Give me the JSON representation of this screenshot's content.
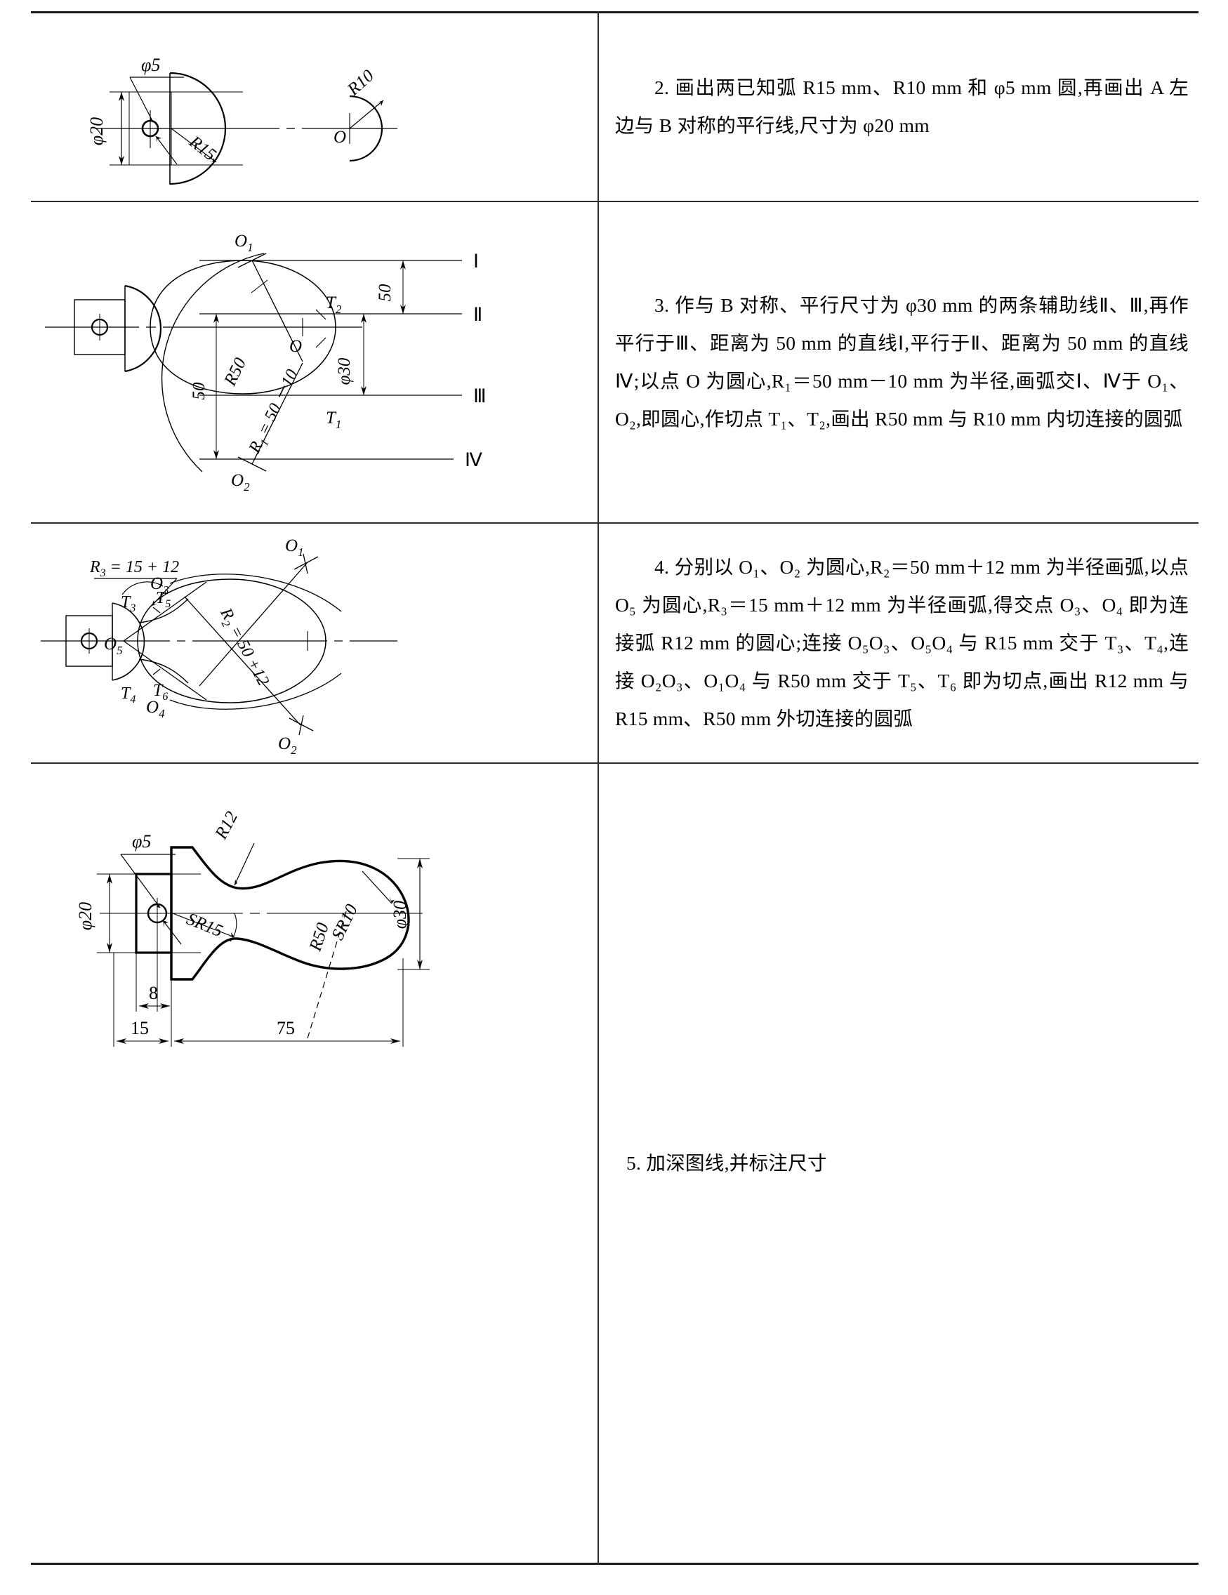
{
  "document": {
    "type": "engineering-drawing-procedure-table",
    "rows": 4
  },
  "steps": [
    {
      "number": "2",
      "text": "2. 画出两已知弧 R15 mm、R10 mm 和 φ5 mm 圆,再画出 A 左边与 B 对称的平行线,尺寸为 φ20 mm"
    },
    {
      "number": "3",
      "text": "3. 作与 B 对称、平行尺寸为 φ30 mm 的两条辅助线Ⅱ、Ⅲ,再作平行于Ⅲ、距离为 50 mm 的直线Ⅰ,平行于Ⅱ、距离为 50 mm 的直线Ⅳ;以点 O 为圆心,R₁＝50 mm－10 mm 为半径,画弧交Ⅰ、Ⅳ于 O₁、O₂,即圆心,作切点 T₁、T₂,画出 R50 mm 与 R10 mm 内切连接的圆弧"
    },
    {
      "number": "4",
      "text": "4. 分别以 O₁、O₂ 为圆心,R₂＝50 mm＋12 mm 为半径画弧,以点 O₅ 为圆心,R₃＝15 mm＋12 mm 为半径画弧,得交点 O₃、O₄ 即为连接弧 R12 mm 的圆心;连接 O₅O₃、O₅O₄ 与 R15 mm 交于 T₃、T₄,连接 O₂O₃、O₁O₄ 与 R50 mm 交于 T₅、T₆ 即为切点,画出 R12 mm 与 R15 mm、R50 mm 外切连接的圆弧"
    },
    {
      "number": "5",
      "text": "5. 加深图线,并标注尺寸"
    }
  ],
  "drawing1": {
    "labels": {
      "phi5": "φ5",
      "phi20": "φ20",
      "r15": "R15",
      "r10": "R10",
      "o": "O"
    }
  },
  "drawing2": {
    "labels": {
      "o1": "O",
      "o1_sub": "1",
      "o2": "O",
      "o2_sub": "2",
      "o": "O",
      "t1": "T",
      "t1_sub": "1",
      "t2": "T",
      "t2_sub": "2",
      "r50": "R50",
      "r1": "R₁ = 50－10",
      "r1_plain": "R",
      "r1_sub": "1",
      "r1_expr": " = 50 －10",
      "phi30": "φ30",
      "dim50_right": "50",
      "dim50_left": "50",
      "numeral1": "Ⅰ",
      "numeral2": "Ⅱ",
      "numeral3": "Ⅲ",
      "numeral4": "Ⅳ"
    }
  },
  "drawing3": {
    "labels": {
      "r3": "R",
      "r3_sub": "3",
      "r3_expr": " = 15 + 12",
      "r2": "R",
      "r2_sub": "2",
      "r2_expr": " = 50 +12",
      "o1": "O",
      "o1_sub": "1",
      "o2": "O",
      "o2_sub": "2",
      "o3": "O",
      "o3_sub": "3",
      "o4": "O",
      "o4_sub": "4",
      "o5": "O",
      "o5_sub": "5",
      "t3": "T",
      "t3_sub": "3",
      "t4": "T",
      "t4_sub": "4",
      "t5": "T",
      "t5_sub": "5",
      "t6": "T",
      "t6_sub": "6"
    }
  },
  "drawing4": {
    "labels": {
      "phi5": "φ5",
      "phi20": "φ20",
      "phi30": "φ30",
      "r12": "R12",
      "sr15": "SR15",
      "sr10": "SR10",
      "r50": "R50",
      "dim8": "8",
      "dim15": "15",
      "dim75": "75"
    }
  }
}
